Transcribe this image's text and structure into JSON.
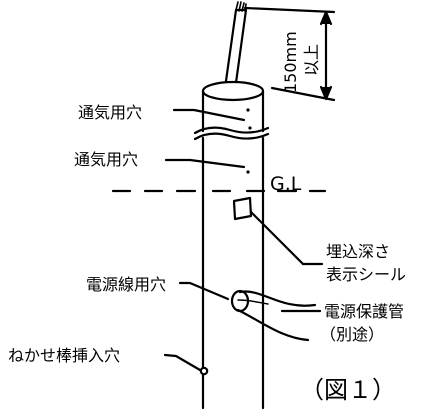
{
  "labels": {
    "vent_hole_upper": "通気用穴",
    "vent_hole_lower": "通気用穴",
    "ground_level": "G.L",
    "dim_value": "150mm",
    "dim_suffix": "以上",
    "depth_seal_line1": "埋込深さ",
    "depth_seal_line2": "表示シール",
    "power_line_hole": "電源線用穴",
    "conduit_line1": "電源保護管",
    "conduit_line2": "（別途）",
    "insertion_hole": "ねかせ棒挿入穴",
    "figure_caption": "（図１）"
  },
  "colors": {
    "line": "#000000",
    "background": "#ffffff"
  }
}
